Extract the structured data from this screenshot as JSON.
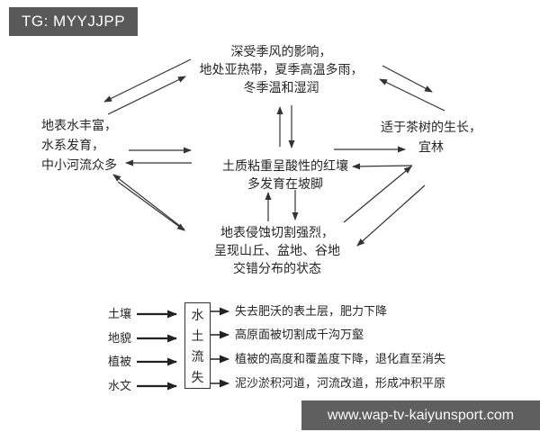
{
  "watermark_top": "TG: MYYJJPP",
  "watermark_bottom": "www.wap-tv-kaiyunsport.com",
  "diagram": {
    "climate": {
      "lines": [
        "深受季风的影响，",
        "地处亚热带，夏季高温多雨，",
        "冬季温和湿润"
      ]
    },
    "water": {
      "lines": [
        "地表水丰富，",
        "水系发育，",
        "中小河流众多"
      ]
    },
    "tea": {
      "lines": [
        "适于茶树的生长，",
        "宜林"
      ]
    },
    "soil": {
      "lines": [
        "土质粘重呈酸性的红壤",
        "多发育在坡脚"
      ]
    },
    "terrain": {
      "lines": [
        "地表侵蚀切割强烈，",
        "呈现山丘、盆地、谷地",
        "交错分布的状态"
      ]
    }
  },
  "erosion": {
    "box_label": "水土流失",
    "factors": [
      "土壤",
      "地貌",
      "植被",
      "水文"
    ],
    "effects": [
      "失去肥沃的表土层，肥力下降",
      "高原面被切割成千沟万壑",
      "植被的高度和覆盖度下降，退化直至消失",
      "泥沙淤积河道，河流改道，形成冲积平原"
    ]
  },
  "colors": {
    "background": "#ffffff",
    "text": "#262626",
    "arrow": "#333333",
    "watermark_bg": "#595959"
  }
}
